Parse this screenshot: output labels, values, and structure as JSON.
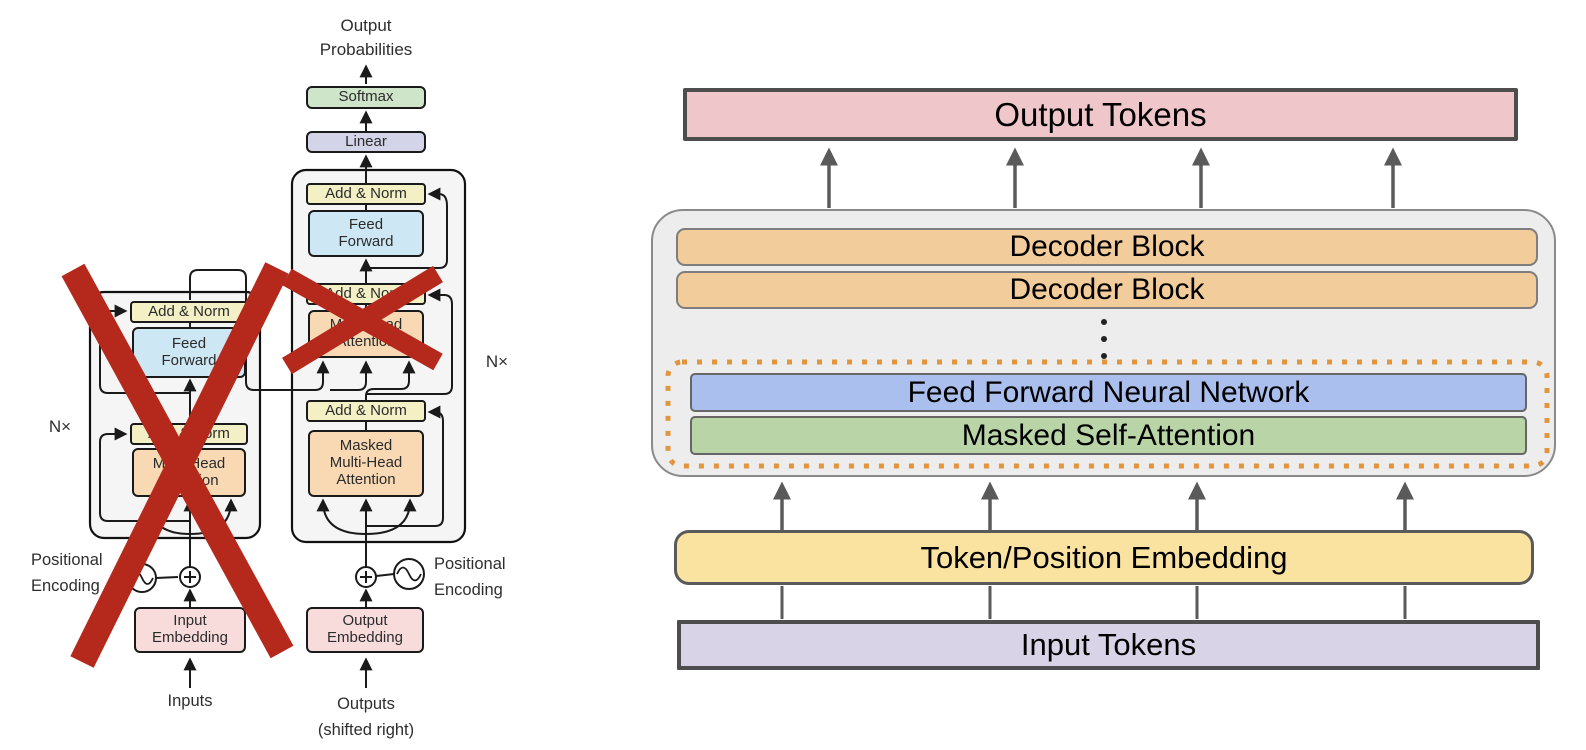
{
  "left_diagram": {
    "output_label": "Output\nProbabilities",
    "boxes": {
      "softmax": "Softmax",
      "linear": "Linear",
      "add_norm": "Add & Norm",
      "feed_forward": "Feed\nForward",
      "multi_head_attention": "Multi-Head\nAttention",
      "masked_multi_head_attention": "Masked\nMulti-Head\nAttention",
      "input_embedding": "Input\nEmbedding",
      "output_embedding": "Output\nEmbedding"
    },
    "labels": {
      "n_times_left": "N×",
      "n_times_right": "N×",
      "positional_encoding_left": "Positional\nEncoding",
      "positional_encoding_right": "Positional\nEncoding",
      "inputs": "Inputs",
      "outputs": "Outputs\n(shifted right)"
    }
  },
  "right_diagram": {
    "output_tokens": "Output Tokens",
    "decoder_block_1": "Decoder Block",
    "decoder_block_2": "Decoder Block",
    "ffnn": "Feed Forward Neural Network",
    "masked_self_attention": "Masked Self-Attention",
    "embedding": "Token/Position Embedding",
    "input_tokens": "Input Tokens"
  },
  "colors": {
    "addnorm_yellow": "#f3f0c6",
    "softmax_green": "#cfe5ca",
    "linear_purple": "#d3d4e8",
    "ff_blue": "#cde7f5",
    "attention_orange": "#f8d9b4",
    "embedding_pink": "#f8dcdc",
    "container_fill": "#f5f5f6",
    "line_black": "#1a1a1a",
    "red_x": "#b5291c",
    "output_pink": "#efc7ca",
    "decoder_orange": "#f3cc9b",
    "ffnn_blue": "#aabfed",
    "msa_green": "#b9d5a7",
    "embedding_yellow": "#fae3a1",
    "input_lavender": "#d8d3e7",
    "container_gray": "#ededee",
    "dotted_orange": "#e2953f",
    "arrow_gray": "#5a5a5a",
    "dark_border": "#4d4d4d"
  }
}
